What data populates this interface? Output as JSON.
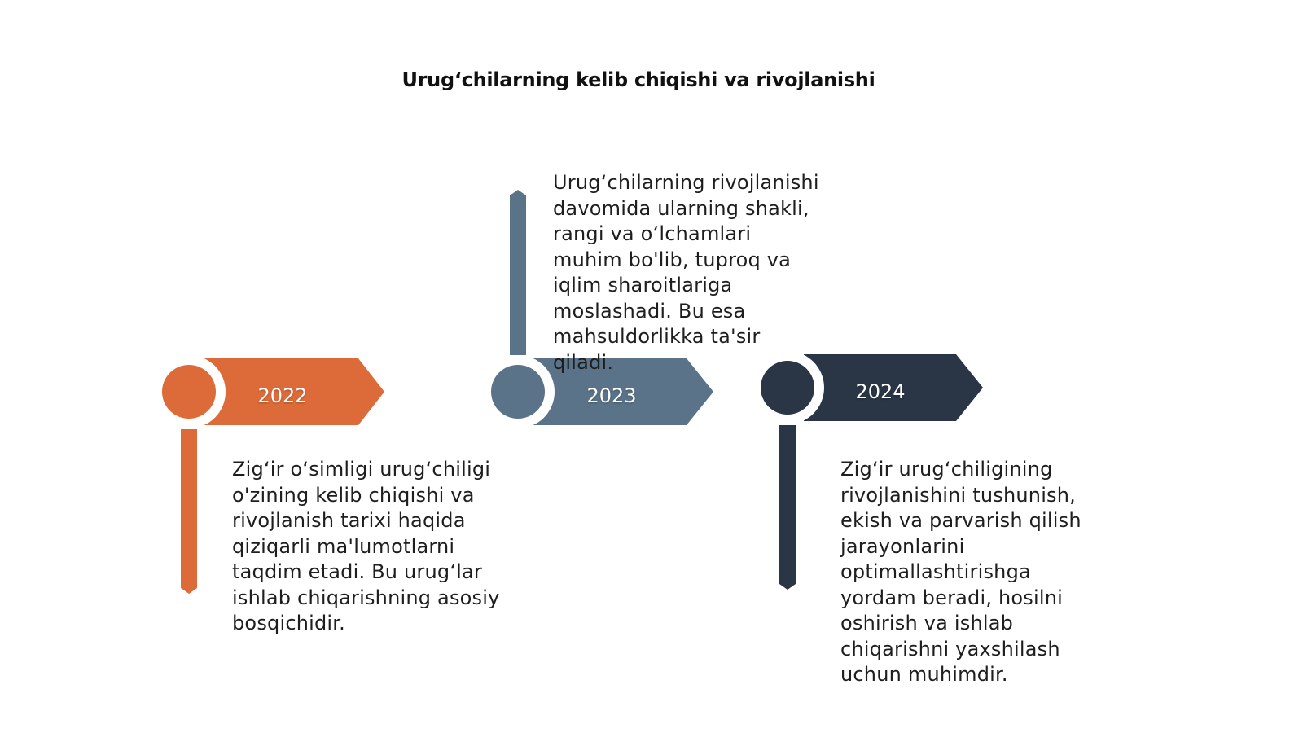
{
  "title": "Urug‘chilarning kelib chiqishi va rivojlanishi",
  "colors": {
    "orange": "#DD6B3A",
    "slate": "#5B7388",
    "navy": "#2A3646",
    "background": "#FFFFFF",
    "text": "#1E1E1E"
  },
  "timeline": [
    {
      "year": "2022",
      "color_key": "orange",
      "stem_direction": "down",
      "text": "Zig‘ir o‘simligi urug‘chiligi\no'zining kelib chiqishi va\nrivojlanish tarixi haqida\nqiziqarli ma'lumotlarni\ntaqdim etadi. Bu urug‘lar\nishlab chiqarishning asosiy\nbosqichidir."
    },
    {
      "year": "2023",
      "color_key": "slate",
      "stem_direction": "up",
      "text": "Urug‘chilarning rivojlanishi\ndavomida ularning shakli,\nrangi va o‘lchamlari\nmuhim bo'lib, tuproq va\niqlim sharoitlariga\nmoslashadi. Bu esa\nmahsuldorlikka ta'sir\nqiladi."
    },
    {
      "year": "2024",
      "color_key": "navy",
      "stem_direction": "down",
      "text": "Zig‘ir urug‘chiligining\nrivojlanishini tushunish,\nekish va parvarish qilish\njarayonlarini\noptimallashtirishga\nyordam beradi, hosilni\noshirish va ishlab\nchiqarishni yaxshilash\nuchun muhimdir."
    }
  ]
}
